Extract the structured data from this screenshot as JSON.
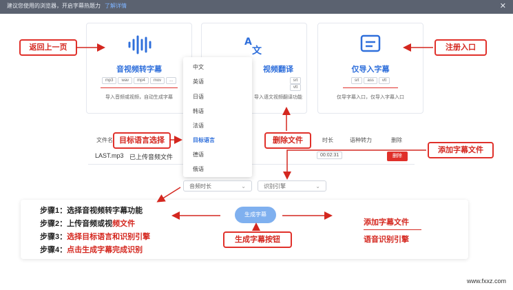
{
  "banner": {
    "message": "建议您使用的浏览器，开启字幕热题力",
    "link": "了解详情",
    "close_icon": "close-icon"
  },
  "cards": [
    {
      "title": "音视频转字幕",
      "icon": "audio-wave-icon",
      "formats": [
        "mp3",
        "wav",
        "mp4",
        "mov",
        "..."
      ],
      "desc": "导入音频或视频，自动生成字幕"
    },
    {
      "title": "视频翻译",
      "icon": "translate-icon",
      "formats": [
        "srt",
        "vtt"
      ],
      "desc": "导入语文视频翻译功能"
    },
    {
      "title": "仅导入字幕",
      "icon": "subtitle-icon",
      "formats": [
        "srt",
        "ass",
        "vtt"
      ],
      "desc": "仅导字幕入口，仅导入字幕入口"
    }
  ],
  "language_dropdown": {
    "options": [
      "中文",
      "英语",
      "日语",
      "韩语",
      "法语",
      "目标语言",
      "德语",
      "俄语"
    ],
    "active_index": 5
  },
  "table": {
    "headers": [
      "文件名",
      "时长",
      "语种转力",
      "删除"
    ],
    "row": {
      "file": "LAST.mp3",
      "status": "已上传音频文件",
      "duration": "00:02:31",
      "delete_label": "删除"
    }
  },
  "selects": {
    "audio_length": "音频时长",
    "engine": "识别引擎"
  },
  "generate_button": "生成字幕",
  "steps": [
    {
      "prefix": "步骤1：",
      "text": "选择音视频转字幕功能",
      "highlight": ""
    },
    {
      "prefix": "步骤2：",
      "text": "上传音频或视",
      "highlight": "频文件"
    },
    {
      "prefix": "步骤3：",
      "text": "",
      "highlight": "选择目标语言和识别引擎"
    },
    {
      "prefix": "步骤4：",
      "text": "",
      "highlight": "点击生成字幕完成识别"
    }
  ],
  "annotations": {
    "back": "返回上一页",
    "register": "注册入口",
    "target_lang": "目标语言选择",
    "delete_file": "删除文件",
    "add_subtitle": "添加字幕文件",
    "gen_button": "生成字幕按钮",
    "right_1": "添加字幕文件",
    "right_2": "语音识别引擎"
  },
  "watermark": "www.fxxz.com",
  "colors": {
    "accent": "#2f6fdb",
    "annotation_red": "#d4271f",
    "button_blue": "#7fb0ef",
    "delete_red": "#e0302a"
  }
}
